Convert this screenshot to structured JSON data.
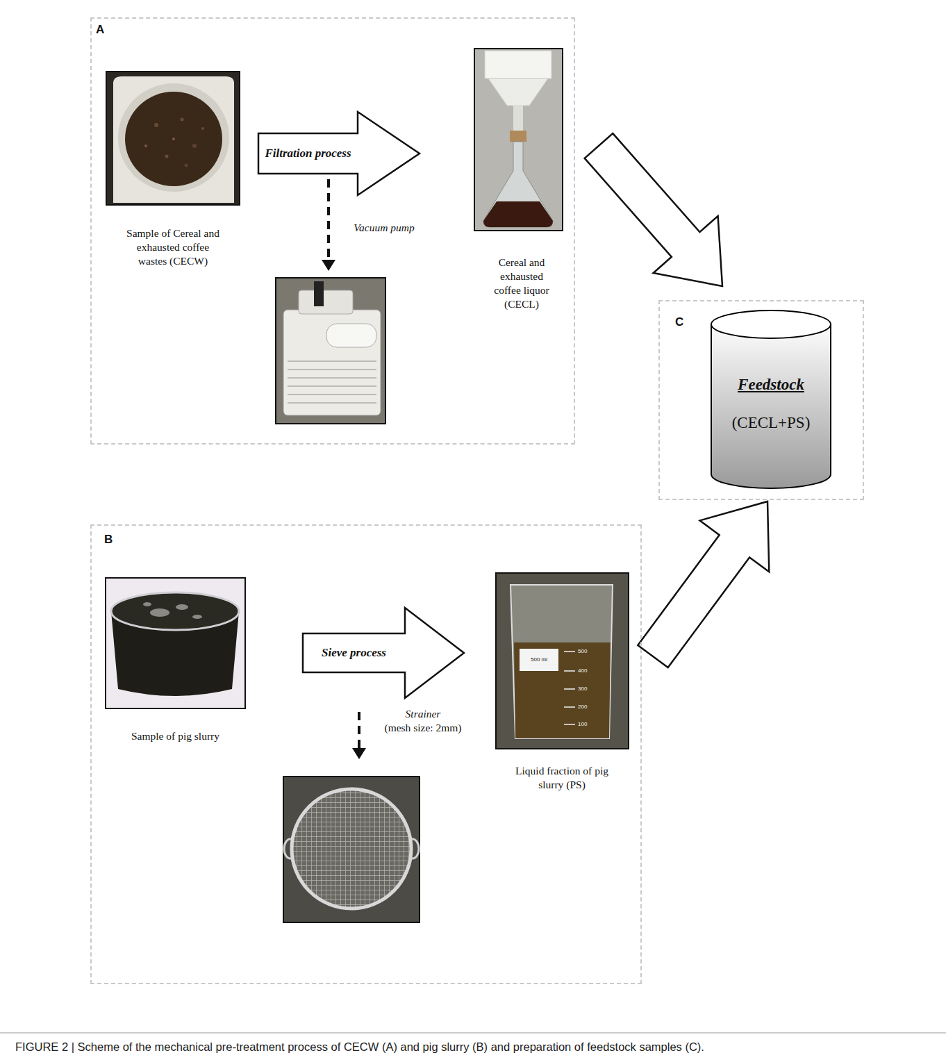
{
  "diagram": {
    "caption": "FIGURE 2 | Scheme of the mechanical pre-treatment process of CECW (A) and pig slurry (B) and preparation of feedstock samples (C).",
    "nodes": [
      {
        "text": [
          "A"
        ]
      },
      {
        "text": [
          "Sample of Cereal and exhausted coffee wastes (CECW)"
        ],
        "in": 0
      },
      {
        "text": [
          "Cereal and exhausted coffee liquor (CECL)"
        ],
        "in": 0
      },
      {
        "text": [
          "Vacuum pump"
        ],
        "in": 0
      },
      {
        "text": [
          "C"
        ]
      },
      {
        "text": [
          "Feedstock",
          "(CECL+PS)"
        ],
        "in": 4
      },
      {
        "text": [
          "B"
        ]
      },
      {
        "text": [
          "Sample of pig slurry"
        ],
        "in": 6
      },
      {
        "text": [
          "Liquid fraction of pig slurry (PS)"
        ],
        "in": 6
      },
      {
        "text": [
          "Strainer",
          "(mesh size: 2mm)"
        ],
        "in": 6
      }
    ],
    "edges": [
      {
        "from": 1,
        "to": 2,
        "label": "Filtration process",
        "arrow": "to"
      },
      {
        "from": 7,
        "to": 8,
        "label": "Sieve process",
        "arrow": "to"
      },
      {
        "from": 0,
        "to": 4,
        "arrow": "to"
      },
      {
        "from": 6,
        "to": 4,
        "arrow": "to"
      }
    ],
    "labels": [
      "500 ml",
      "500",
      "400",
      "300",
      "200",
      "100"
    ]
  }
}
